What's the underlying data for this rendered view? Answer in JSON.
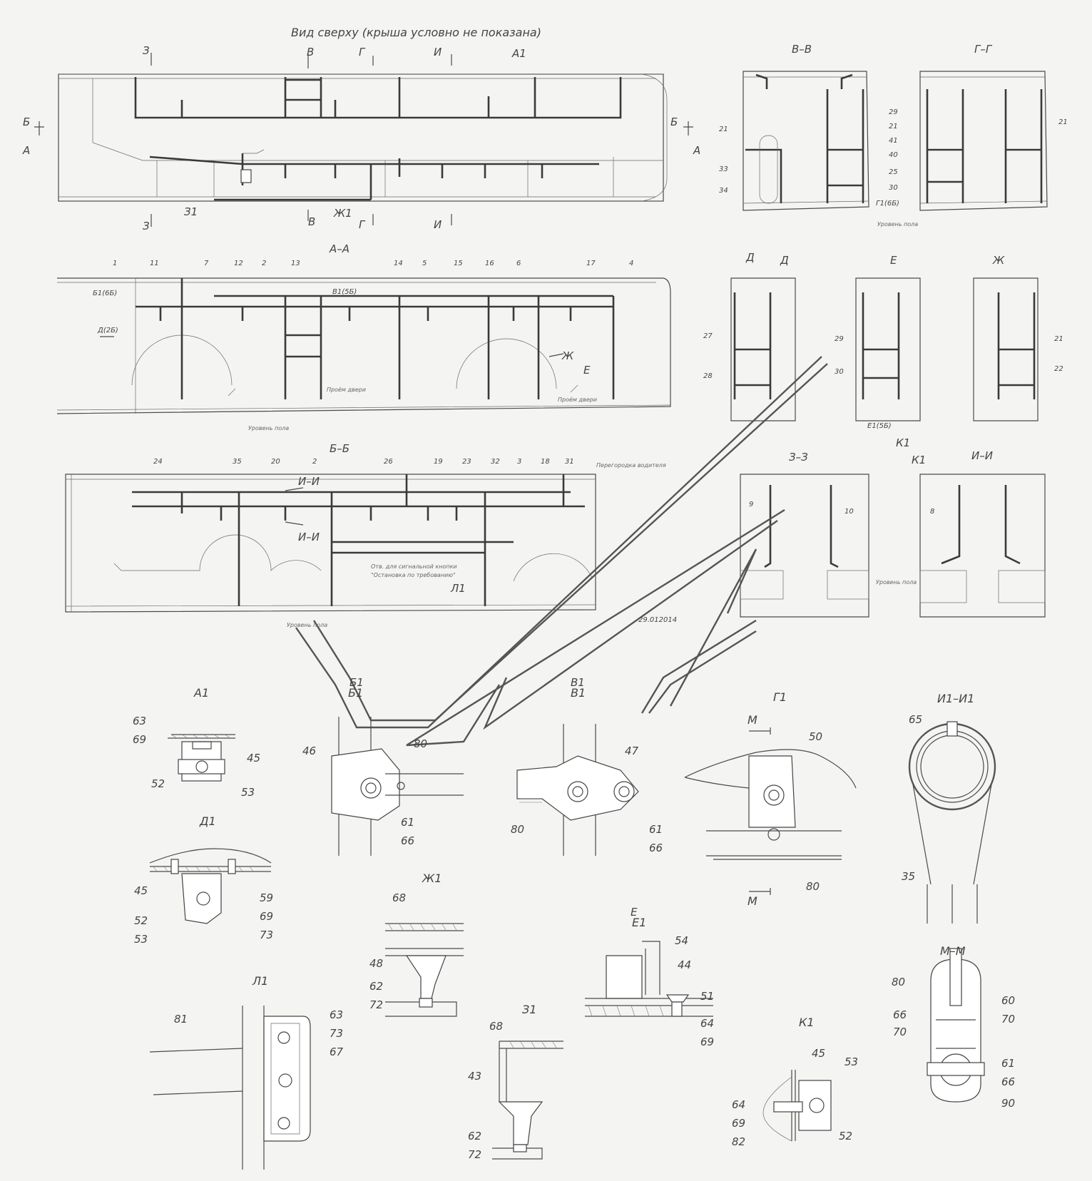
{
  "top_view_title": "Вид сверху (крыша условно не показана)",
  "drawing_number": "29.012014",
  "floor_level": "Уровень пола",
  "door_opening": "Проём двери",
  "driver_partition": "Перегородка водителя",
  "stop_button_hole": "Отв. для сигнальной кнопки",
  "stop_button_text": "\"Остановка по требованию\"",
  "sections": {
    "AA": "А–А",
    "BB": "Б–Б",
    "VV": "В–В",
    "GG": "Г–Г",
    "ZZ": "З–З",
    "II": "И–И",
    "D": "Д",
    "E": "Е",
    "ZH": "Ж",
    "MM": "М–М",
    "I1I1": "И1–И1"
  },
  "section_marks": [
    "З",
    "В",
    "Г",
    "И",
    "А1",
    "Б",
    "А",
    "З1",
    "Ж1",
    "В1",
    "Б1",
    "Д",
    "Е",
    "К1",
    "Л1"
  ],
  "refs": {
    "b1_6b": "Б1(6Б)",
    "d_2b": "Д(2Б)",
    "v1_5b": "В1(5Б)",
    "g1_6b": "Г1(6Б)",
    "e1_5b": "Е1(5Б)"
  },
  "details": {
    "A1": {
      "title": "А1",
      "labels": [
        "63",
        "69",
        "45",
        "52",
        "53"
      ]
    },
    "B1": {
      "title": "Б1",
      "labels": [
        "46",
        "80",
        "61",
        "66"
      ]
    },
    "V1": {
      "title": "В1",
      "labels": [
        "47",
        "80",
        "61",
        "66"
      ]
    },
    "G1": {
      "title": "Г1",
      "labels": [
        "50",
        "80"
      ],
      "cut": "М"
    },
    "I1": {
      "title": "И1–И1",
      "labels": [
        "65",
        "35"
      ]
    },
    "D1": {
      "title": "Д1",
      "labels": [
        "45",
        "52",
        "53",
        "59",
        "69",
        "73"
      ]
    },
    "ZH1": {
      "title": "Ж1",
      "labels": [
        "68",
        "48",
        "62",
        "72"
      ]
    },
    "E1": {
      "title": "Е1",
      "labels": [
        "54",
        "44",
        "51",
        "64",
        "69"
      ]
    },
    "MM": {
      "title": "М–М",
      "labels": [
        "80",
        "66",
        "70",
        "60",
        "70",
        "61",
        "66",
        "90"
      ]
    },
    "L1": {
      "title": "Л1",
      "labels": [
        "81",
        "63",
        "73",
        "67"
      ]
    },
    "Z1": {
      "title": "З1",
      "labels": [
        "68",
        "43",
        "62",
        "72"
      ]
    },
    "K1": {
      "title": "К1",
      "labels": [
        "45",
        "53",
        "64",
        "69",
        "82",
        "52"
      ]
    }
  },
  "aa_positions": [
    "1",
    "11",
    "7",
    "12",
    "2",
    "13",
    "14",
    "5",
    "15",
    "16",
    "6",
    "17",
    "4"
  ],
  "bb_positions": [
    "24",
    "35",
    "20",
    "2",
    "26",
    "19",
    "23",
    "32",
    "3",
    "18",
    "31"
  ],
  "vv_positions": [
    "21",
    "29",
    "21",
    "41",
    "40",
    "33",
    "25",
    "34",
    "30"
  ],
  "gg_positions": [
    "21"
  ],
  "d_positions": [
    "27",
    "28"
  ],
  "e_positions": [
    "29",
    "30"
  ],
  "zh_positions": [
    "21",
    "22"
  ],
  "zz_positions": [
    "9",
    "10"
  ],
  "ii_positions": [
    "8"
  ]
}
